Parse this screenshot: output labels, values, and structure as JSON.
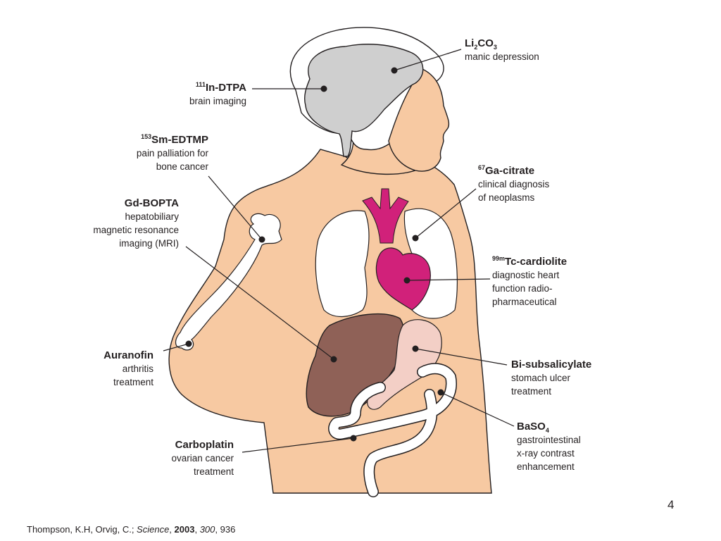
{
  "colors": {
    "skin": "#f7c9a2",
    "brain": "#cfcfcf",
    "heart": "#d1217a",
    "liver": "#8f6157",
    "stomach": "#f3cfc6",
    "ink": "#231f20"
  },
  "labels": {
    "li2co3": {
      "t1": "Li",
      "s1": "2",
      "t2": "CO",
      "s2": "3",
      "desc1": "manic depression"
    },
    "in_dtpa": {
      "sup": "111",
      "main": "In-DTPA",
      "desc1": "brain imaging"
    },
    "sm_edtmp": {
      "sup": "153",
      "main": "Sm-EDTMP",
      "desc1": "pain palliation for",
      "desc2": "bone cancer"
    },
    "ga_citrate": {
      "sup": "67",
      "main": "Ga-citrate",
      "desc1": "clinical diagnosis",
      "desc2": "of neoplasms"
    },
    "gd_bopta": {
      "main": "Gd-BOPTA",
      "desc1": "hepatobiliary",
      "desc2": "magnetic resonance",
      "desc3": "imaging (MRI)"
    },
    "tc_cardiolite": {
      "sup": "99m",
      "main": "Tc-cardiolite",
      "desc1": "diagnostic heart",
      "desc2": "function radio-",
      "desc3": "pharmaceutical"
    },
    "auranofin": {
      "main": "Auranofin",
      "desc1": "arthritis",
      "desc2": "treatment"
    },
    "bi_subsalicylate": {
      "main": "Bi-subsalicylate",
      "desc1": "stomach ulcer",
      "desc2": "treatment"
    },
    "baso4": {
      "main": "BaSO",
      "sub": "4",
      "desc1": "gastrointestinal",
      "desc2": "x-ray contrast",
      "desc3": "enhancement"
    },
    "carboplatin": {
      "main": "Carboplatin",
      "desc1": "ovarian cancer",
      "desc2": "treatment"
    }
  },
  "footer": {
    "slide_number": "4",
    "authors": "Thompson, K.H, Orvig, C.; ",
    "journal": "Science",
    "sep1": ", ",
    "year": "2003",
    "sep2": ", ",
    "volume": "300",
    "pages": ", 936"
  }
}
